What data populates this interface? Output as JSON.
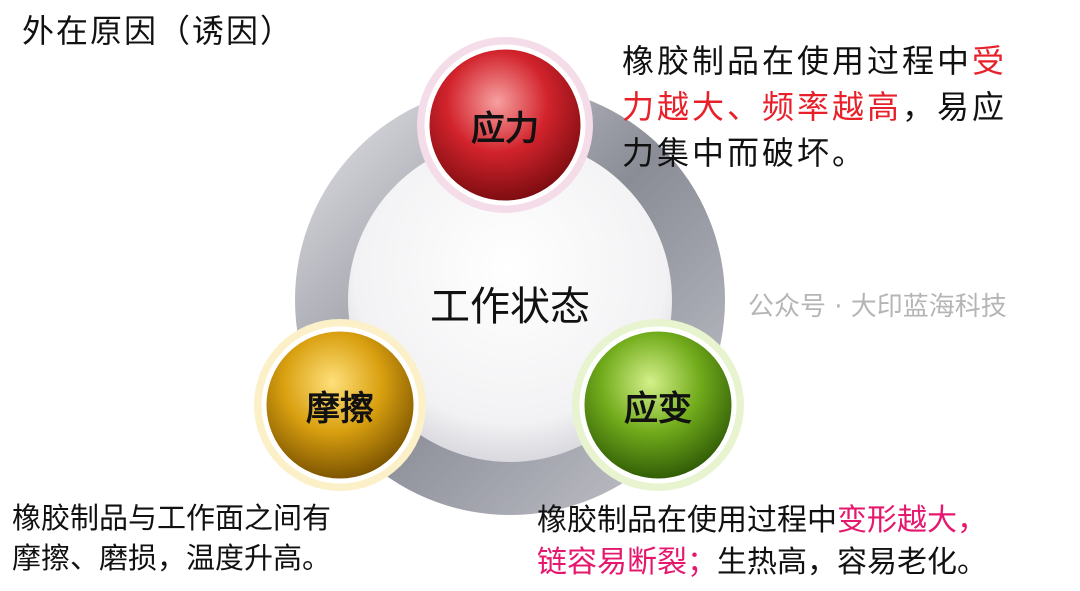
{
  "title": "外在原因（诱因）",
  "center_label": "工作状态",
  "nodes": [
    {
      "label": "应力",
      "color": "#c8202a"
    },
    {
      "label": "摩擦",
      "color": "#d89a10"
    },
    {
      "label": "应变",
      "color": "#6fa81a"
    }
  ],
  "descriptions": {
    "stress": {
      "line1_plain": "橡胶制品在使用过程中",
      "line1_hl": "受",
      "line2_hl": "力越大、频率越高",
      "line2_plain": "，易应",
      "line3_plain": "力集中而破坏。"
    },
    "friction": {
      "line1": "橡胶制品与工作面之间有",
      "line2": "摩擦、磨损，温度升高。"
    },
    "strain": {
      "line1_plain": "橡胶制品在使用过程中",
      "line1_hl": "变形越大，",
      "line2_hl": "链容易断裂；",
      "line2_plain": "生热高，容易老化。"
    }
  },
  "watermark": "公众号 · 大印蓝海科技"
}
